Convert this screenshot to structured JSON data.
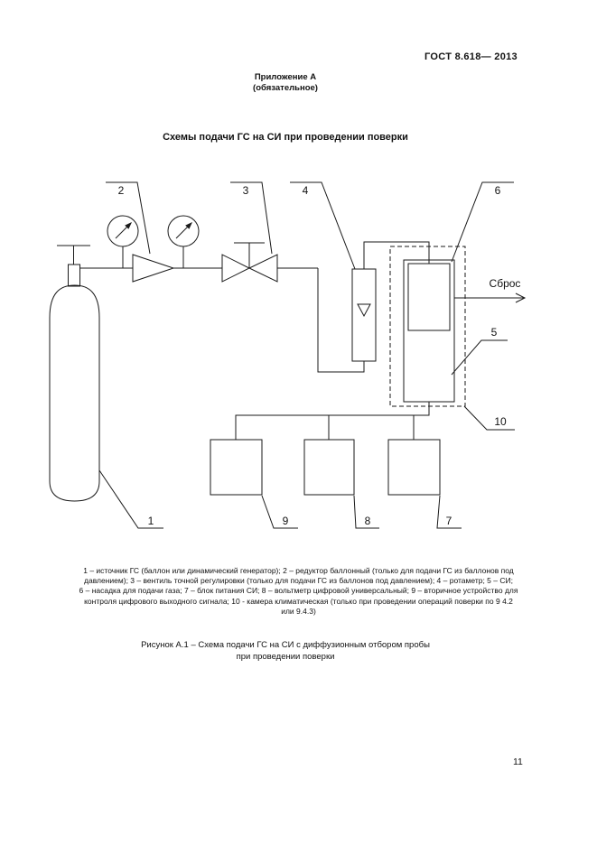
{
  "page": {
    "gost_header": "ГОСТ 8.618— 2013",
    "appendix_title": "Приложение А",
    "appendix_subtitle": "(обязательное)",
    "section_title": "Схемы подачи ГС на СИ при проведении поверки",
    "page_number": "11",
    "colors": {
      "ink": "#1a1a1a",
      "paper": "#ffffff"
    }
  },
  "diagram": {
    "vent_label": "Сброс",
    "labels": {
      "n1": "1",
      "n2": "2",
      "n3": "3",
      "n4": "4",
      "n5": "5",
      "n6": "6",
      "n7": "7",
      "n8": "8",
      "n9": "9",
      "n10": "10"
    }
  },
  "legend": {
    "lines": [
      "1 – источник ГС (баллон или динамический генератор); 2 – редуктор баллонный (только для подачи ГС из баллонов под",
      "давлением); 3 – вентиль точной регулировки (только для подачи ГС из баллонов под давлением); 4 – ротаметр; 5 – СИ;",
      "6 – насадка для подачи газа; 7 – блок питания СИ; 8 – вольтметр цифровой универсальный; 9 – вторичное устройство для",
      "контроля цифрового выходного сигнала; 10 - камера климатическая (только при проведении операций поверки по 9 4.2",
      "или 9.4.3)"
    ]
  },
  "caption": {
    "line1": "Рисунок А.1 – Схема подачи ГС на СИ с диффузионным отбором пробы",
    "line2": "при проведении поверки"
  }
}
